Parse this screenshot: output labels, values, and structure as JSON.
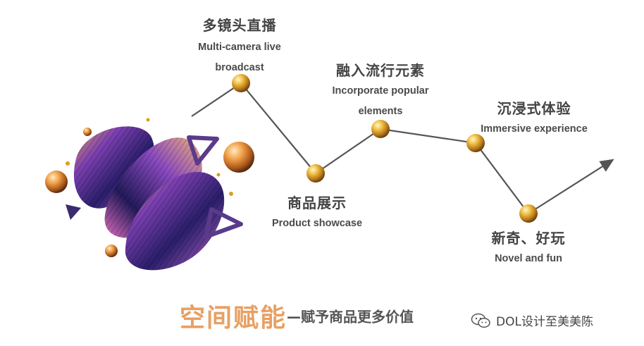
{
  "steps": [
    {
      "zh": "多镜头直播",
      "en": "Multi-camera live broadcast"
    },
    {
      "zh": "商品展示",
      "en": "Product showcase"
    },
    {
      "zh": "融入流行元素",
      "en": "Incorporate popular elements"
    },
    {
      "zh": "沉浸式体验",
      "en": "Immersive experience"
    },
    {
      "zh": "新奇、好玩",
      "en": "Novel and fun"
    }
  ],
  "footer": {
    "main": "空间赋能",
    "sub": "—赋予商品更多价值"
  },
  "watermark": {
    "icon": "wechat-icon",
    "text": "DOL设计至美美陈"
  },
  "colors": {
    "line": "#555555",
    "gold": "#d9a020",
    "footer_accent": "#e8a064"
  }
}
